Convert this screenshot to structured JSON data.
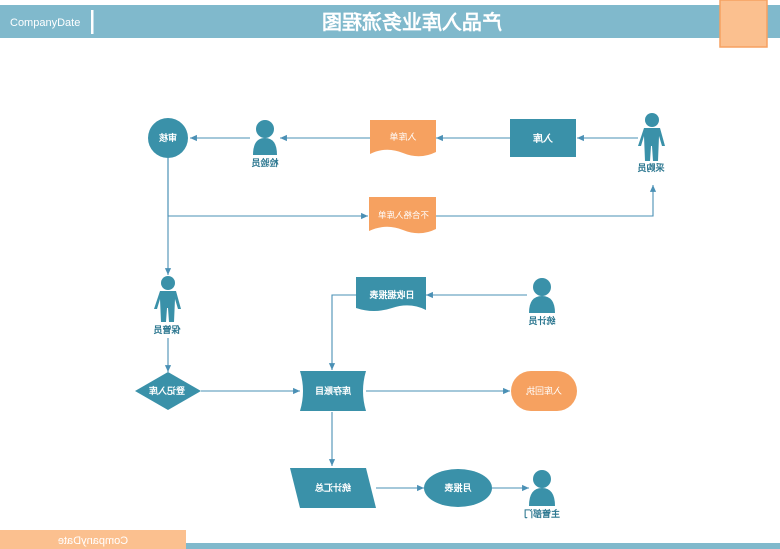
{
  "header": {
    "title": "产品入库业务流程图",
    "company": "CompanyDate"
  },
  "footer": {
    "company": "CompanyDate"
  },
  "nodes": {
    "purchaser": "采购员",
    "inbound": "入库",
    "inbound_doc": "入库单",
    "inspector": "检验员",
    "review": "审核",
    "reject_doc": "不合格入库单",
    "keeper": "保管员",
    "register": "登记入库",
    "stock_ledger": "库存账目",
    "daily_report": "日收据报表",
    "statistician": "统计员",
    "inbound_return": "入库回执",
    "summary": "统计汇总",
    "monthly_report": "月报表",
    "department": "主管部门"
  },
  "colors": {
    "teal": "#3a91a9",
    "teal_dark": "#2c7790",
    "orange": "#f6a160",
    "orange_light": "#fbc08f",
    "header_blue": "#80b9cc",
    "line": "#4a90b5"
  }
}
